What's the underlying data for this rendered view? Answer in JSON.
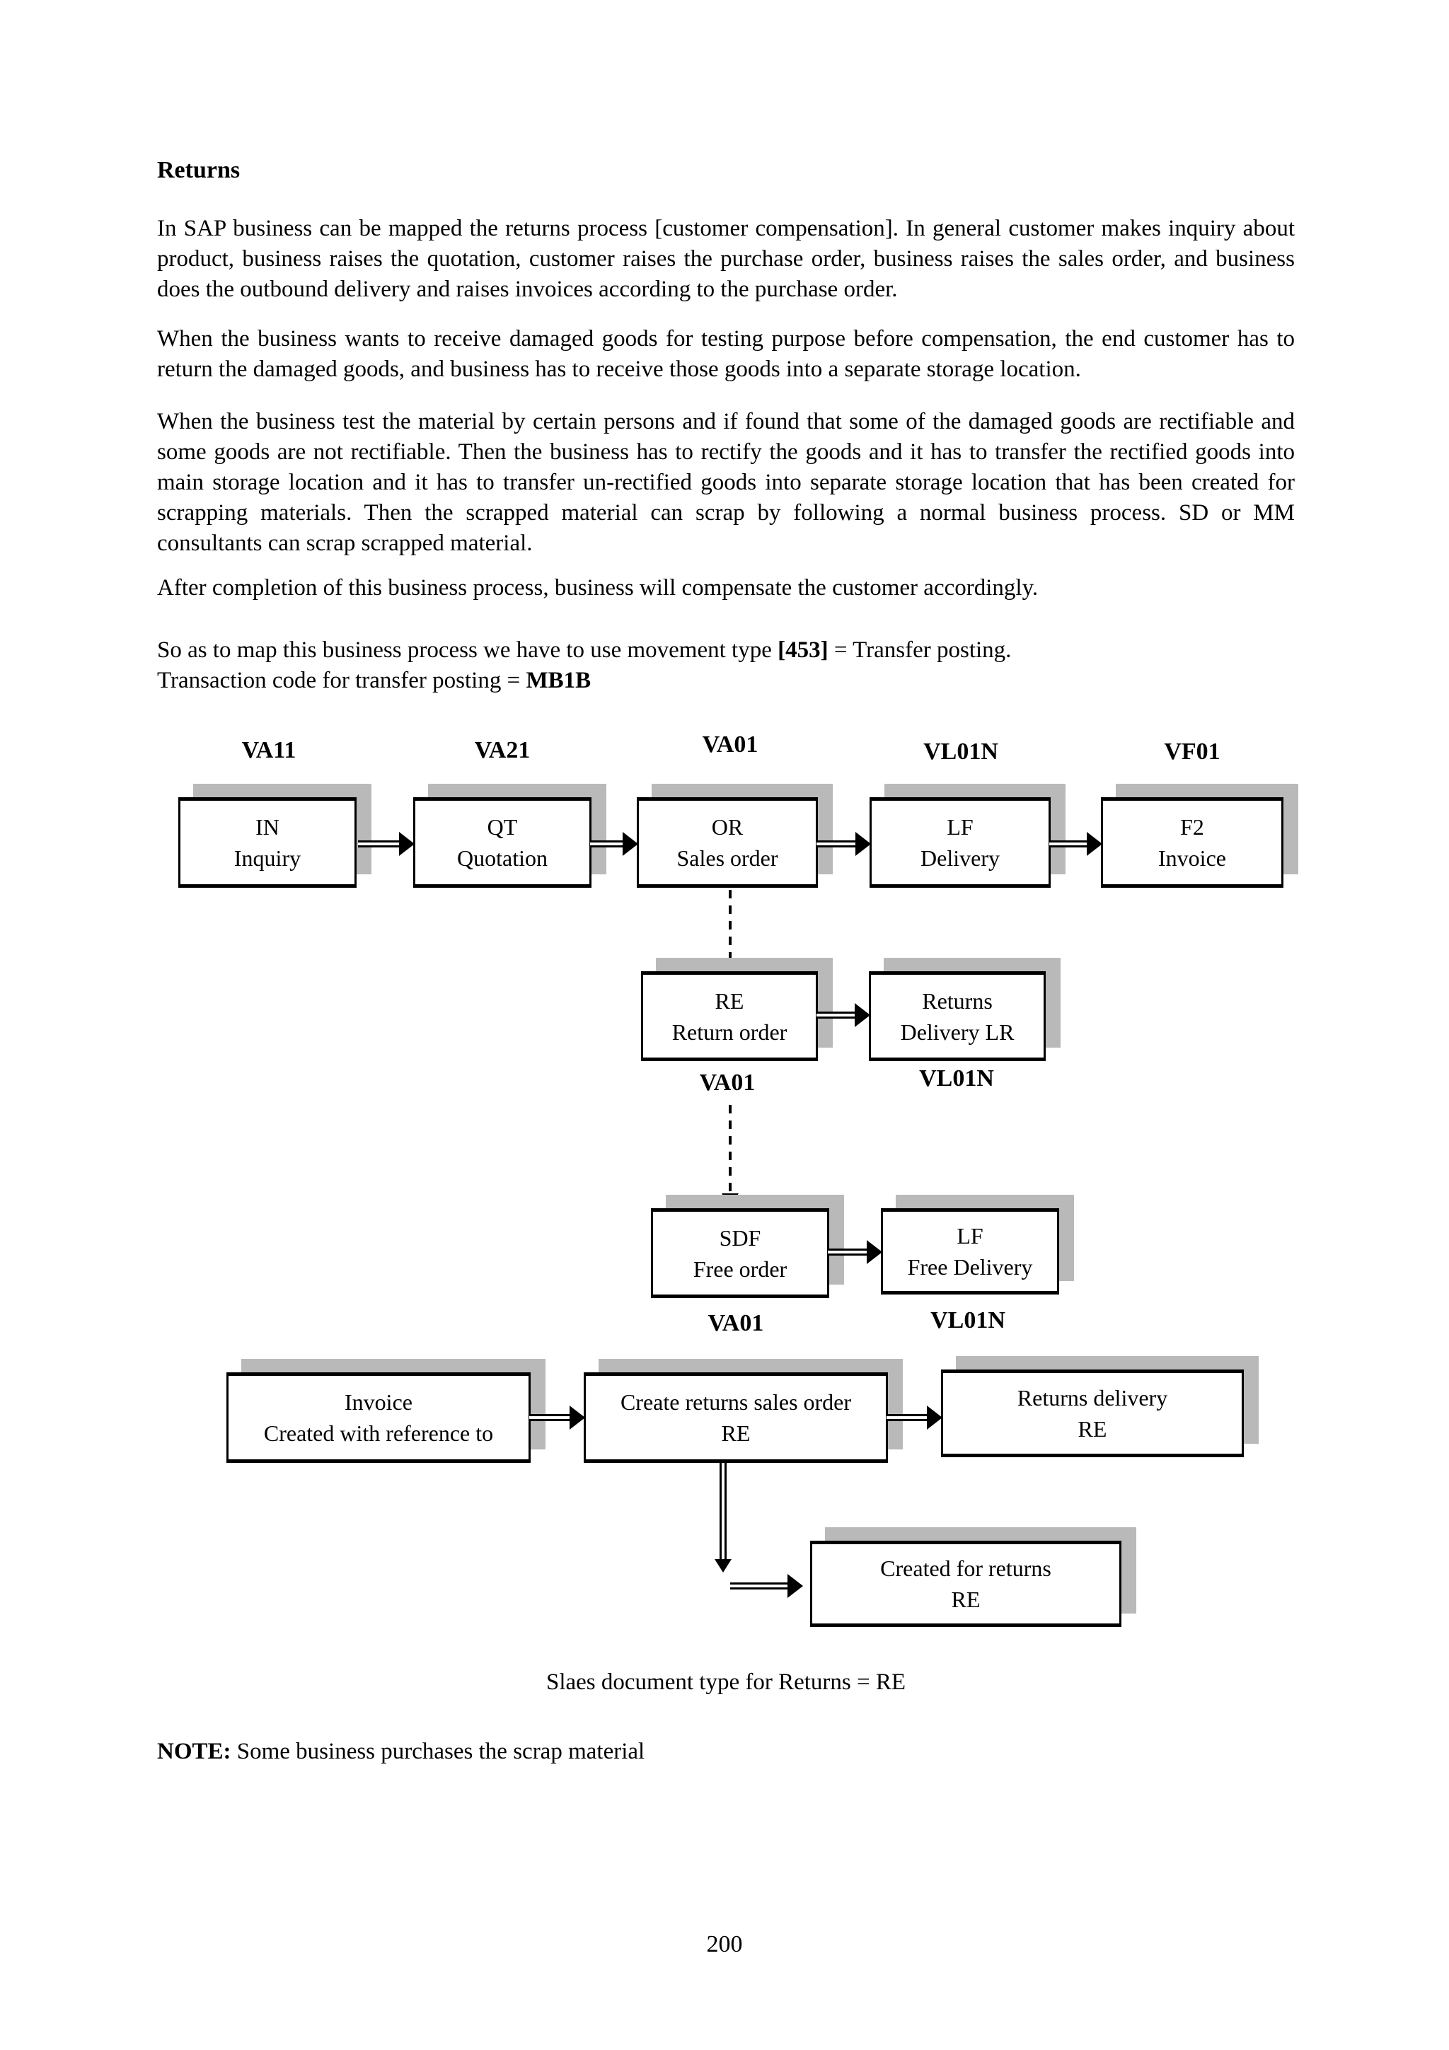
{
  "page": {
    "heading": "Returns",
    "page_number": "200"
  },
  "paragraphs": {
    "p1": "In SAP business can be mapped the returns process [customer compensation]. In general customer makes inquiry about product, business raises the quotation, customer raises the purchase order, business raises the sales order, and business does the outbound delivery and raises invoices according to the purchase order.",
    "p2": "When the business wants to receive damaged goods for testing purpose before compensation, the end customer has to return the damaged goods, and business has to receive those goods into a separate storage location.",
    "p3": "When the business test the material by certain persons and if found that some of the damaged goods are rectifiable and some goods are not rectifiable. Then the business has to rectify the goods and it has to transfer the rectified goods into main storage location and it has to transfer un-rectified goods into separate storage location that has been created for scrapping materials. Then the scrapped material can scrap by following a normal business process. SD or MM consultants can scrap scrapped material.",
    "p4": "After completion of this business process, business will compensate the customer accordingly.",
    "movement_pre": "So as to map this business process we have to use movement type ",
    "movement_bold": "[453]",
    "movement_post": " = Transfer posting.",
    "transaction_pre": "Transaction code for transfer posting = ",
    "transaction_bold": "MB1B"
  },
  "diagram": {
    "shadow_color": "#b9b9b9",
    "row1": {
      "codes": [
        "VA11",
        "VA21",
        "VA01",
        "VL01N",
        "VF01"
      ],
      "boxes": [
        {
          "line1": "IN",
          "line2": "Inquiry"
        },
        {
          "line1": "QT",
          "line2": "Quotation"
        },
        {
          "line1": "OR",
          "line2": "Sales order"
        },
        {
          "line1": "LF",
          "line2": "Delivery"
        },
        {
          "line1": "F2",
          "line2": "Invoice"
        }
      ]
    },
    "row2": {
      "codes": [
        "VA01",
        "VL01N"
      ],
      "boxes": [
        {
          "line1": "RE",
          "line2": "Return order"
        },
        {
          "line1": "Returns",
          "line2": "Delivery LR"
        }
      ]
    },
    "row3": {
      "codes": [
        "VA01",
        "VL01N"
      ],
      "boxes": [
        {
          "line1": "SDF",
          "line2": "Free order"
        },
        {
          "line1": "LF",
          "line2": "Free Delivery"
        }
      ]
    },
    "row4": {
      "boxes": [
        {
          "line1": "Invoice",
          "line2": "Created with reference to"
        },
        {
          "line1": "Create returns sales order",
          "line2": "RE"
        },
        {
          "line1": "Returns delivery",
          "line2": "RE"
        }
      ]
    },
    "row5": {
      "boxes": [
        {
          "line1": "Created for returns",
          "line2": "RE"
        }
      ]
    },
    "caption": "Slaes document type for Returns = RE"
  },
  "note": {
    "label": "NOTE:",
    "text": " Some business purchases the scrap material"
  }
}
